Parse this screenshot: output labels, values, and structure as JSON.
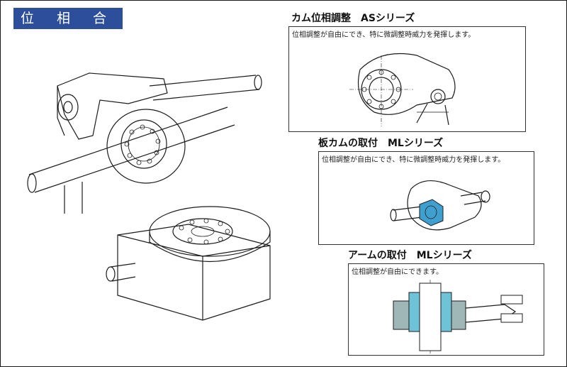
{
  "header": {
    "title": "位 相 合 せ"
  },
  "sections": [
    {
      "heading": "カム位相調整　ASシリーズ",
      "caption": "位相調整が自由にでき、特に微調整時威力を発揮します。"
    },
    {
      "heading": "板カムの取付　MLシリーズ",
      "caption": "位相調整が自由にでき、特に微調整時威力を発揮します。"
    },
    {
      "heading": "アームの取付　MLシリーズ",
      "caption": "位相調整が自由にできます。"
    }
  ],
  "colors": {
    "header_bg": "#2d4f9b",
    "hex_nut": "#3f9fcf",
    "cross_section": "#9fb7b7",
    "collar": "#6fc3d6"
  }
}
